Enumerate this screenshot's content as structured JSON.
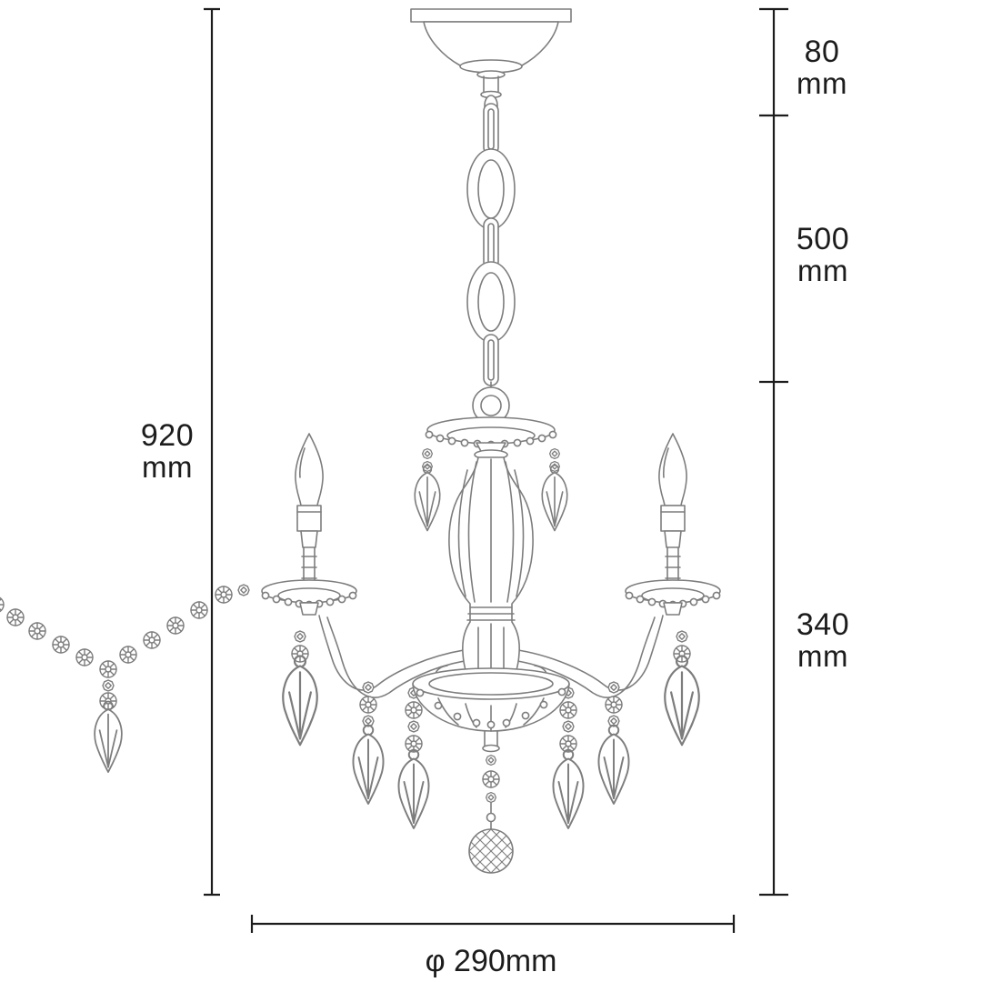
{
  "colors": {
    "background": "#ffffff",
    "drawing_line": "#7d7d7d",
    "dimension_line": "#1c1c1c"
  },
  "dimensions": {
    "overall_height": {
      "value": "920",
      "unit": "mm"
    },
    "top_section": {
      "value": "80",
      "unit": "mm"
    },
    "chain_section": {
      "value": "500",
      "unit": "mm"
    },
    "body_section": {
      "value": "340",
      "unit": "mm"
    },
    "diameter": {
      "label": "φ 290mm"
    }
  }
}
